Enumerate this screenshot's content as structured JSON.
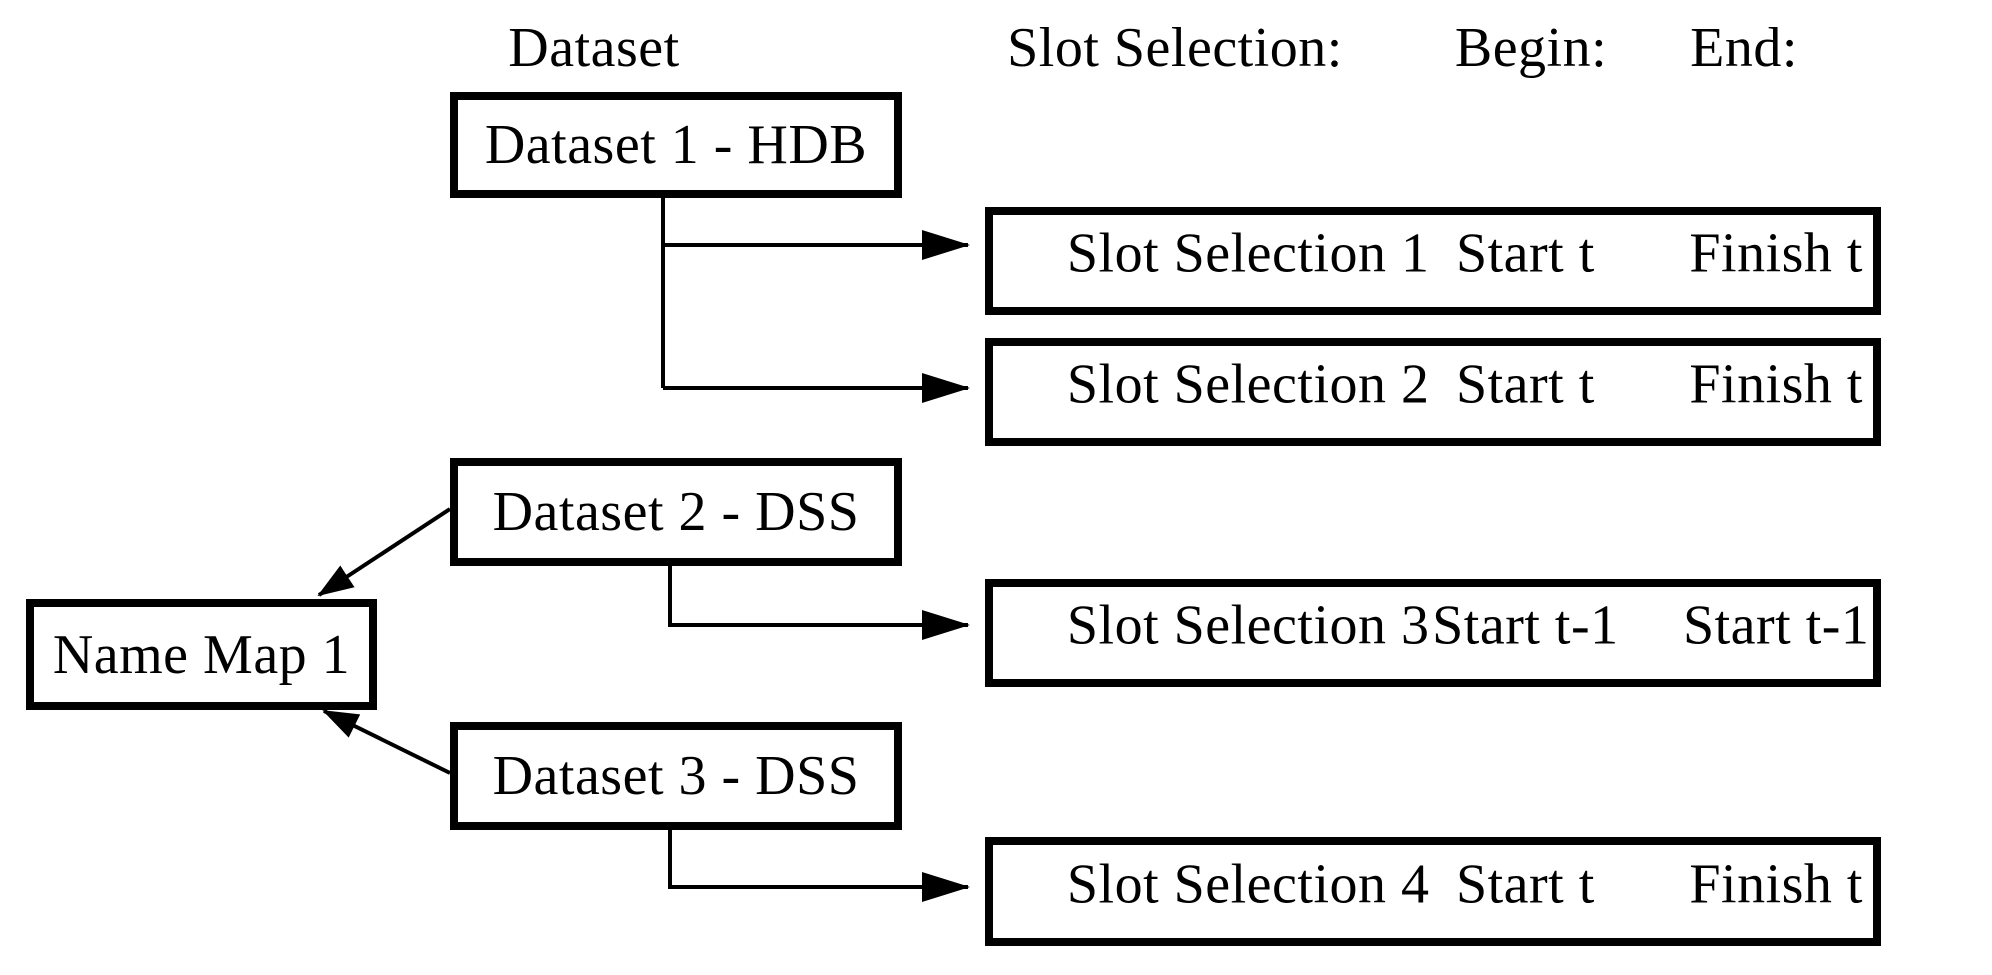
{
  "diagram": {
    "background": "#ffffff",
    "ink": "#000000",
    "column_headers": {
      "dataset": "Dataset",
      "slot_selection": "Slot Selection:",
      "begin": "Begin:",
      "end": "End:"
    },
    "name_map": {
      "label": "Name Map 1"
    },
    "datasets": [
      {
        "label": "Dataset 1 - HDB"
      },
      {
        "label": "Dataset 2 - DSS"
      },
      {
        "label": "Dataset 3 - DSS"
      }
    ],
    "slot_selections": [
      {
        "label": "Slot Selection 1",
        "begin": "Start t",
        "end": "Finish t"
      },
      {
        "label": "Slot Selection 2",
        "begin": "Start t",
        "end": "Finish t"
      },
      {
        "label": "Slot Selection 3",
        "begin": "Start t-1",
        "end": "Start t-1"
      },
      {
        "label": "Slot Selection 4",
        "begin": "Start t",
        "end": "Finish t"
      }
    ],
    "connections": [
      "Dataset 1 - HDB -> Slot Selection 1",
      "Dataset 1 - HDB -> Slot Selection 2",
      "Dataset 2 - DSS -> Slot Selection 3",
      "Dataset 3 - DSS -> Slot Selection 4",
      "Dataset 2 - DSS -> Name Map 1",
      "Dataset 3 - DSS -> Name Map 1"
    ]
  }
}
